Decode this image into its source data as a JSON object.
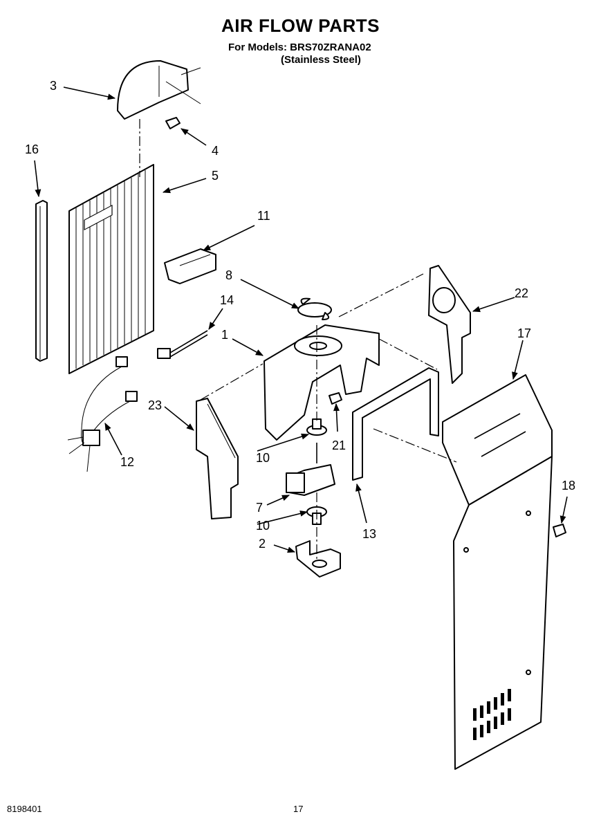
{
  "header": {
    "title": "AIR FLOW PARTS",
    "models_line": "For Models: BRS70ZRANA02",
    "finish_line": "(Stainless Steel)"
  },
  "footer": {
    "doc_number": "8198401",
    "page_number": "17"
  },
  "callouts": {
    "c1": "1",
    "c2": "2",
    "c3": "3",
    "c4": "4",
    "c5": "5",
    "c7": "7",
    "c8": "8",
    "c10a": "10",
    "c10b": "10",
    "c11": "11",
    "c12": "12",
    "c13": "13",
    "c14": "14",
    "c16": "16",
    "c17": "17",
    "c18": "18",
    "c21": "21",
    "c22": "22",
    "c23": "23"
  }
}
